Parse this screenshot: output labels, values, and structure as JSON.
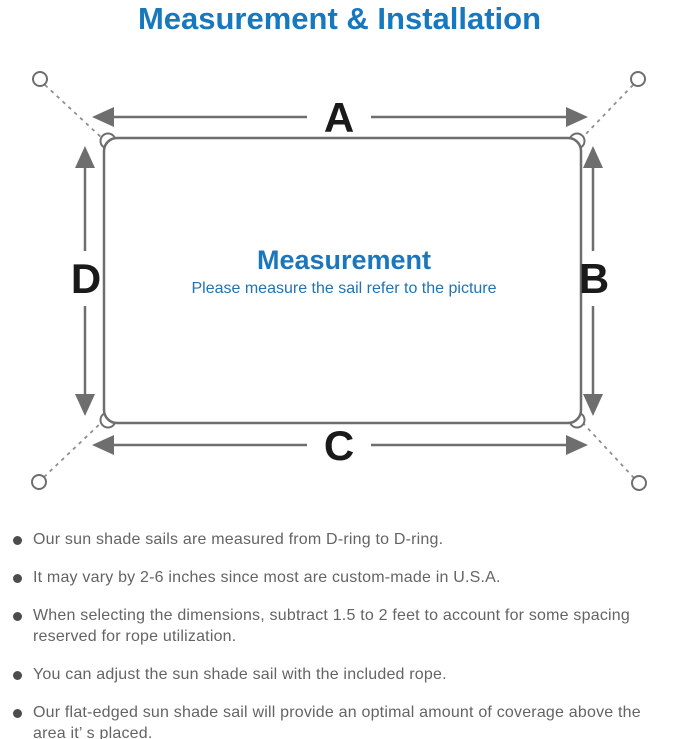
{
  "page_title": "Measurement & Installation",
  "diagram": {
    "labels": {
      "top": "A",
      "right": "B",
      "bottom": "C",
      "left": "D"
    },
    "center_heading": "Measurement",
    "center_subtitle": "Please measure the sail refer to the picture",
    "colors": {
      "accent_blue": "#1878bd",
      "line_gray": "#6e6e6e",
      "label_black": "#1a1a1a"
    }
  },
  "notes": {
    "items": [
      "Our sun shade sails are measured from D-ring to D-ring.",
      "It may vary by 2-6 inches since most are custom-made in U.S.A.",
      "When selecting the dimensions, subtract 1.5 to 2 feet to account for some spacing reserved for rope utilization.",
      "You can adjust the sun shade sail with the included rope.",
      "Our flat-edged sun shade sail will provide an optimal amount of coverage above the area it’ s placed."
    ]
  }
}
